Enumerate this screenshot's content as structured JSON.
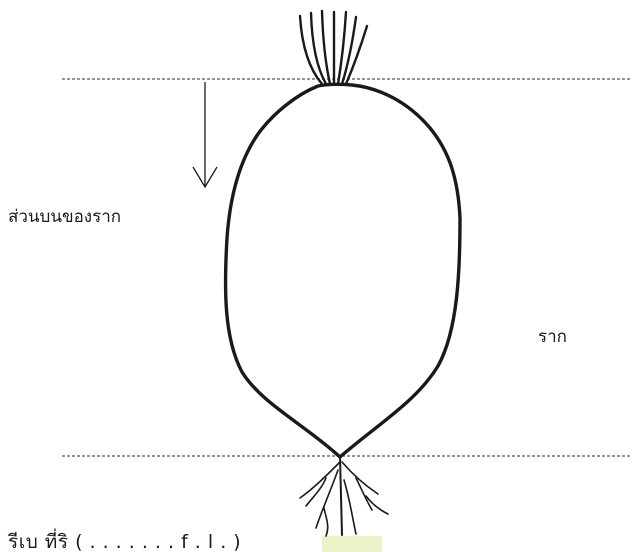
{
  "diagram": {
    "labels": {
      "upper_part_of_root": "ส่วนบนของราก",
      "root": "ราก",
      "bottom_caption_partial": "รีเบ ที่ริ (  .  .  .   .    .  .  .  f  .  l  .  )"
    },
    "colors": {
      "ink": "#1a1a1a",
      "guide_line": "#555555",
      "background": "#ffffff",
      "highlight": "#eef2c8"
    }
  }
}
